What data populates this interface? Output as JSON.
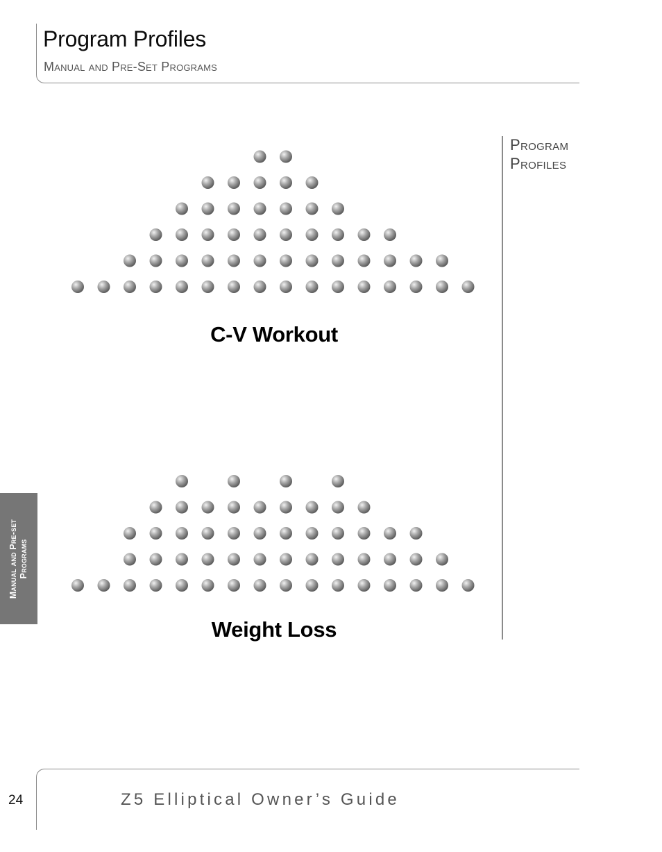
{
  "header": {
    "title": "Program Profiles",
    "subtitle": "Manual and Pre-Set Programs"
  },
  "side_label": {
    "line1": "Program",
    "line2": "Profiles"
  },
  "left_tab": {
    "line1": "Manual and Pre-set",
    "line2": "Programs"
  },
  "profiles": [
    {
      "name": "C-V Workout",
      "levels": [
        1,
        1,
        2,
        3,
        4,
        5,
        5,
        6,
        6,
        5,
        4,
        3,
        3,
        2,
        2,
        1
      ]
    },
    {
      "name": "Weight Loss",
      "levels": [
        1,
        1,
        3,
        4,
        5,
        4,
        5,
        4,
        5,
        4,
        5,
        4,
        3,
        3,
        2,
        1
      ]
    }
  ],
  "footer": {
    "page_number": "24",
    "guide_title": "Z5 Elliptical Owner’s Guide"
  },
  "colors": {
    "dot": "#808080",
    "rule": "#8a8a8a",
    "tab": "#767676"
  }
}
